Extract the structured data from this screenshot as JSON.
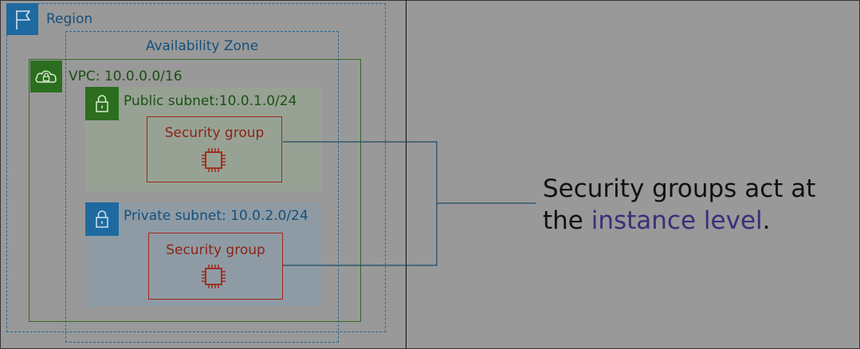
{
  "region": {
    "label": "Region",
    "icon": "flag-icon"
  },
  "availability_zone": {
    "label": "Availability Zone"
  },
  "vpc": {
    "label": "VPC: 10.0.0.0/16",
    "icon": "cloud-lock-icon"
  },
  "public_subnet": {
    "label": "Public subnet:10.0.1.0/24",
    "icon": "lock-icon"
  },
  "private_subnet": {
    "label": "Private subnet: 10.0.2.0/24",
    "icon": "lock-icon"
  },
  "security_groups": [
    {
      "label": "Security group",
      "icon": "chip-icon"
    },
    {
      "label": "Security group",
      "icon": "chip-icon"
    }
  ],
  "caption": {
    "line1": "Security groups act at",
    "line2_prefix": "the ",
    "line2_highlight": "instance level",
    "line2_suffix": "."
  },
  "colors": {
    "background": "#999999",
    "region_blue": "#1e6aa0",
    "vpc_green": "#2c6e1f",
    "security_red": "#a02818",
    "highlight_purple": "#3a2f78"
  }
}
